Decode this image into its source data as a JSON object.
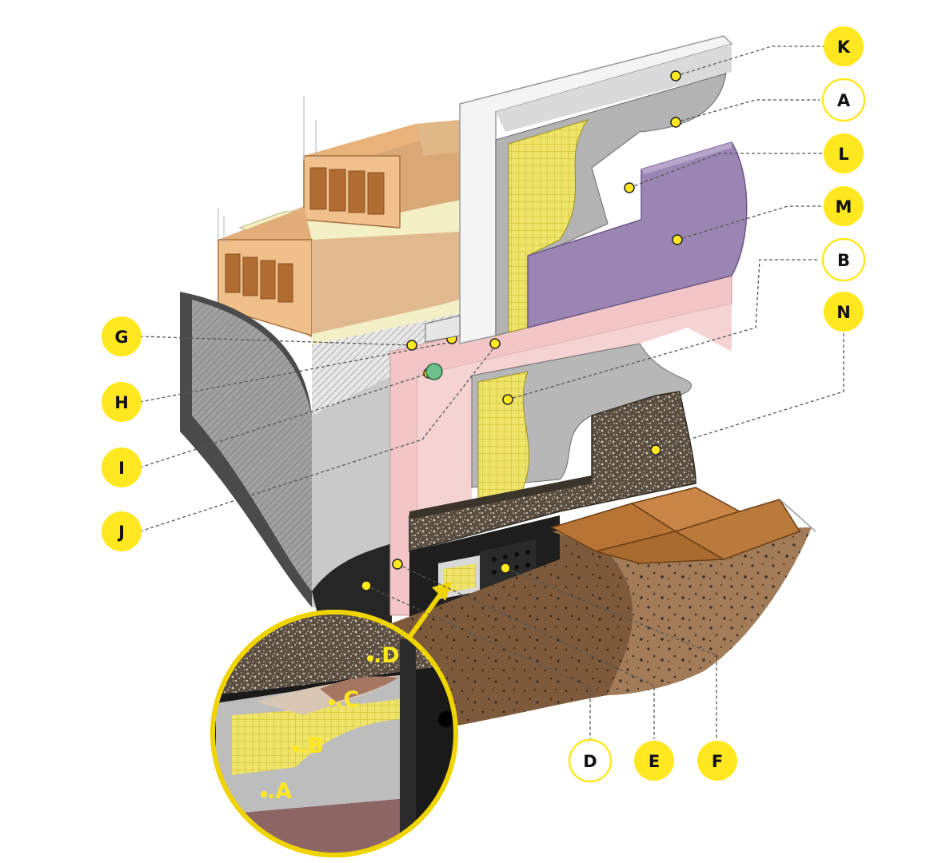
{
  "diagram": {
    "callouts": [
      {
        "id": "K",
        "label": "K",
        "style": "filled"
      },
      {
        "id": "A",
        "label": "A",
        "style": "outline"
      },
      {
        "id": "L",
        "label": "L",
        "style": "filled"
      },
      {
        "id": "M",
        "label": "M",
        "style": "filled"
      },
      {
        "id": "B",
        "label": "B",
        "style": "outline"
      },
      {
        "id": "N",
        "label": "N",
        "style": "filled"
      },
      {
        "id": "G",
        "label": "G",
        "style": "filled"
      },
      {
        "id": "H",
        "label": "H",
        "style": "filled"
      },
      {
        "id": "I",
        "label": "I",
        "style": "filled"
      },
      {
        "id": "J",
        "label": "J",
        "style": "filled"
      },
      {
        "id": "D",
        "label": "D",
        "style": "outline"
      },
      {
        "id": "E",
        "label": "E",
        "style": "filled"
      },
      {
        "id": "F",
        "label": "F",
        "style": "filled"
      }
    ],
    "inset_labels": [
      {
        "id": "inset-D",
        "label": ".D"
      },
      {
        "id": "inset-C",
        "label": ".C"
      },
      {
        "id": "inset-B",
        "label": ".B"
      },
      {
        "id": "inset-A",
        "label": ".A"
      }
    ],
    "colors": {
      "callout_yellow": "#ffe81f",
      "callout_outline": "#ffe81f",
      "insulation_pink": "#f2c6c6",
      "finish_board_purple": "#9b86b3",
      "plaster_gray": "#b9b9b9",
      "brick_orange": "#d9925a",
      "mesh_yellow": "#e8dc4a",
      "gravel_dark": "#4b4135",
      "soil_brown": "#9a7452",
      "tile_brown": "#b87434"
    }
  }
}
